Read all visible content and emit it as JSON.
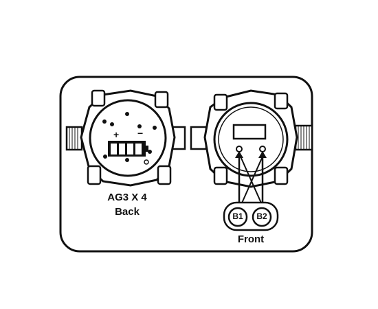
{
  "diagram": {
    "back_view": {
      "battery_label": "AG3 X 4",
      "caption": "Back",
      "plus_sign": "+",
      "minus_sign": "−"
    },
    "front_view": {
      "caption": "Front",
      "button_1": "B1",
      "button_2": "B2"
    },
    "colors": {
      "outline": "#111111",
      "background": "#ffffff"
    }
  }
}
